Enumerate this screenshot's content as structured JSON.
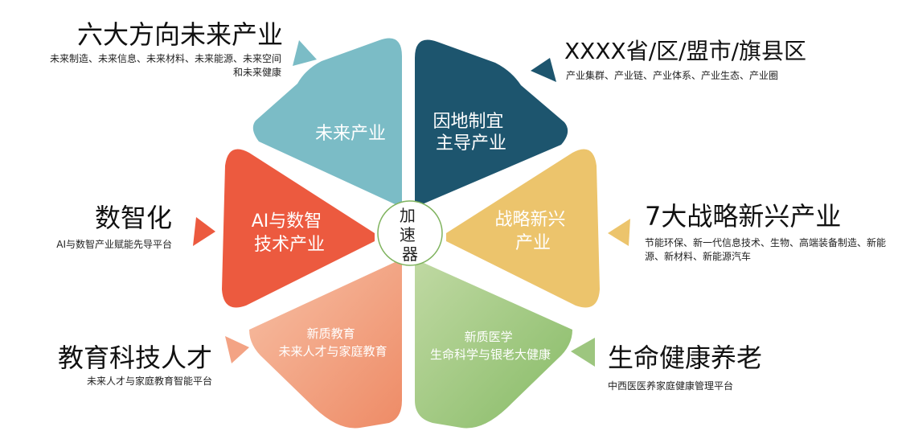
{
  "hub": {
    "lines": [
      "加",
      "速",
      "器"
    ]
  },
  "segments": [
    {
      "id": "future",
      "lines": [
        "未来产业"
      ],
      "color": "#7bbcc6"
    },
    {
      "id": "local",
      "lines": [
        "因地制宜",
        "主导产业"
      ],
      "color": "#1d556e"
    },
    {
      "id": "strategic",
      "lines": [
        "战略新兴",
        "产业"
      ],
      "color": "#ecc46c"
    },
    {
      "id": "medical",
      "lines": [
        "新质医学",
        "生命科学与银老大健康"
      ],
      "color": "#9dc67f"
    },
    {
      "id": "education",
      "lines": [
        "新质教育",
        "未来人才与家庭教育"
      ],
      "color": "#f3a384"
    },
    {
      "id": "ai",
      "lines": [
        "AI与数智",
        "技术产业"
      ],
      "color": "#ec5a3f"
    }
  ],
  "labels": {
    "future": {
      "title": "六大方向未来产业",
      "desc": "未来制造、未来信息、未来材料、未来能源、未来空间和未来健康"
    },
    "local": {
      "title": "XXXX省/区/盟市/旗县区",
      "desc": "产业集群、产业链、产业体系、产业生态、产业圈"
    },
    "ai": {
      "title": "数智化",
      "desc": "AI与数智产业赋能先导平台"
    },
    "strategic": {
      "title": "7大战略新兴产业",
      "desc": "节能环保、新一代信息技术、生物、高端装备制造、新能源、新材料、新能源汽车"
    },
    "education": {
      "title": "教育科技人才",
      "desc": "未来人才与家庭教育智能平台"
    },
    "medical": {
      "title": "生命健康养老",
      "desc": "中西医医养家庭健康管理平台"
    }
  }
}
